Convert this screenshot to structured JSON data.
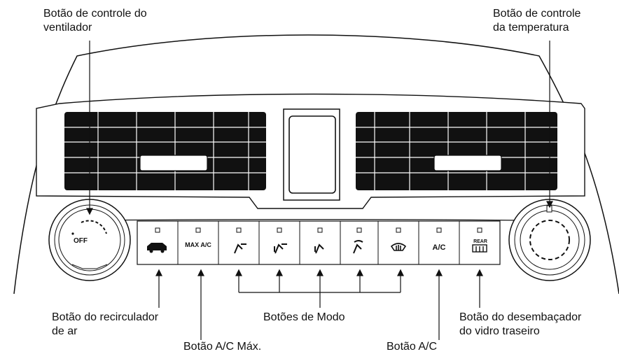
{
  "labels": {
    "fan_dial": [
      "Botão de controle do",
      "ventilador"
    ],
    "temp_dial": [
      "Botão de controle",
      "da temperatura"
    ],
    "recirc": [
      "Botão do recirculador",
      "de ar"
    ],
    "mode": "Botões de Modo",
    "max_ac": "Botão A/C Máx.",
    "ac": "Botão A/C",
    "rear_defrost": [
      "Botão do desembaçador",
      "do vidro traseiro"
    ]
  },
  "panel": {
    "fan_off": "OFF",
    "buttons": [
      {
        "name": "recirculation",
        "icon": "car-recirculation-icon",
        "text": ""
      },
      {
        "name": "max-ac",
        "icon": "",
        "text": "MAX A/C"
      },
      {
        "name": "mode-face",
        "icon": "vent-face-icon",
        "text": ""
      },
      {
        "name": "mode-bilevel",
        "icon": "vent-bilevel-icon",
        "text": ""
      },
      {
        "name": "mode-floor",
        "icon": "vent-floor-icon",
        "text": ""
      },
      {
        "name": "mode-floor-defrost",
        "icon": "vent-floor-defrost-icon",
        "text": ""
      },
      {
        "name": "defrost",
        "icon": "windshield-defrost-icon",
        "text": ""
      },
      {
        "name": "ac",
        "icon": "",
        "text": "A/C"
      },
      {
        "name": "rear-defrost",
        "icon": "rear-defrost-icon",
        "text": "REAR"
      }
    ]
  }
}
